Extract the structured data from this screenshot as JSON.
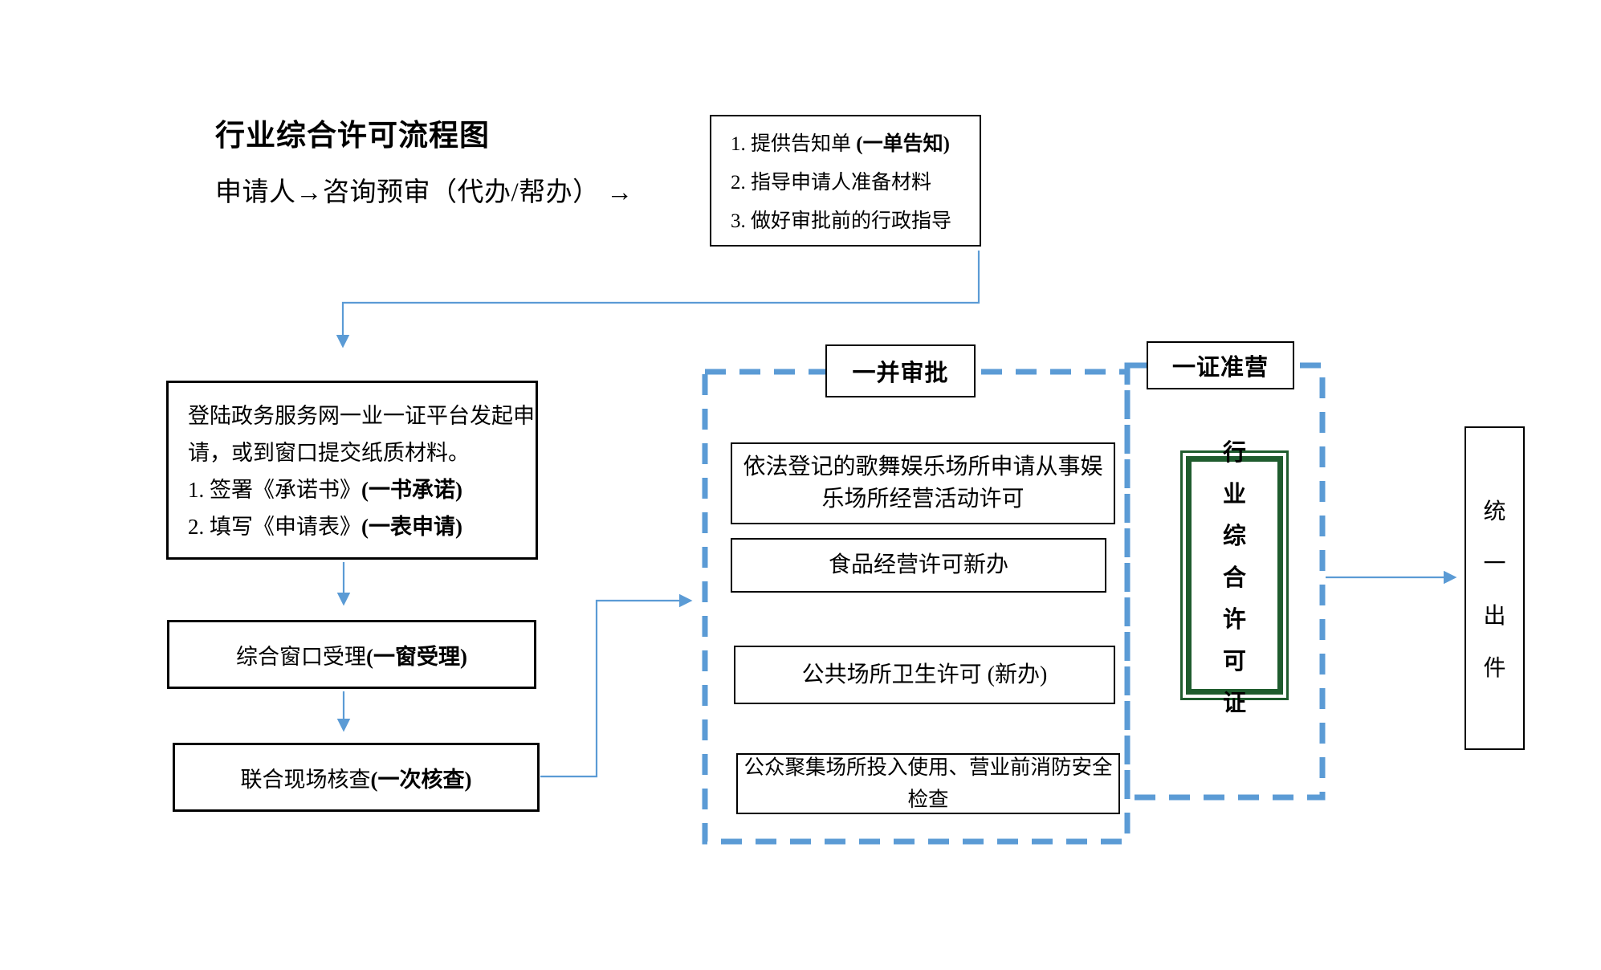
{
  "colors": {
    "connector_blue": "#5B9BD5",
    "dashed_blue": "#5B9BD5",
    "license_green": "#1F5C2E",
    "box_border": "#000000"
  },
  "title": "行业综合许可流程图",
  "subtitle": "申请人→咨询预审（代办/帮办） →",
  "notice_box": {
    "items": [
      {
        "pre": "1. 提供告知单 ",
        "bold": "(一单告知)"
      },
      {
        "pre": "2. 指导申请人准备材料",
        "bold": ""
      },
      {
        "pre": "3. 做好审批前的行政指导",
        "bold": ""
      }
    ]
  },
  "apply_box": {
    "lines": [
      {
        "pre": "登陆政务服务网一业一证平台发起申",
        "bold": ""
      },
      {
        "pre": "请，或到窗口提交纸质材料。",
        "bold": ""
      },
      {
        "pre": "1. 签署《承诺书》",
        "bold": "(一书承诺)"
      },
      {
        "pre": "2. 填写《申请表》",
        "bold": "(一表申请)"
      }
    ]
  },
  "accept_box": {
    "pre": "综合窗口受理 ",
    "bold": "(一窗受理)"
  },
  "verify_box": {
    "pre": "联合现场核查 ",
    "bold": "(一次核查)"
  },
  "joint_approval": {
    "label": "一并审批",
    "permits": [
      "依法登记的歌舞娱乐场所申请从事娱乐场所经营活动许可",
      "食品经营许可新办",
      "公共场所卫生许可 (新办)",
      "公众聚集场所投入使用、营业前消防安全检查"
    ]
  },
  "one_license": {
    "label": "一证准营",
    "certificate": "行业综合许可证"
  },
  "output_box": {
    "text": "统一出件"
  }
}
